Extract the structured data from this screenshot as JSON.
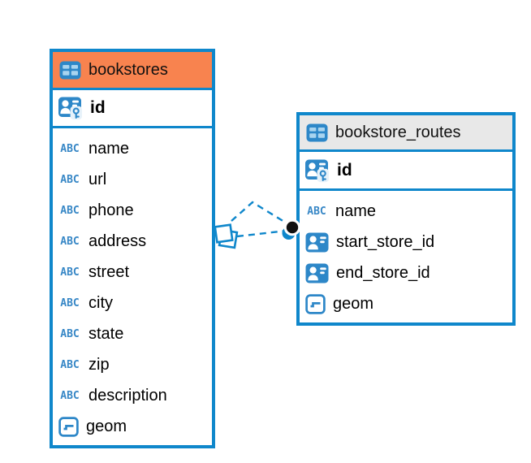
{
  "diagram": {
    "colors": {
      "accent_blue": "#0f87cb",
      "icon_blue": "#2d87c8",
      "bookstores_header": "#f8834f",
      "routes_header": "#e8e8e8",
      "endpoint_black": "#111111"
    },
    "tables": [
      {
        "name": "bookstores",
        "icon": "table-icon",
        "primary_key": {
          "label": "id",
          "icon": "primary-key-icon"
        },
        "fields": [
          {
            "label": "name",
            "icon": "text-abc-icon"
          },
          {
            "label": "url",
            "icon": "text-abc-icon"
          },
          {
            "label": "phone",
            "icon": "text-abc-icon"
          },
          {
            "label": "address",
            "icon": "text-abc-icon"
          },
          {
            "label": "street",
            "icon": "text-abc-icon"
          },
          {
            "label": "city",
            "icon": "text-abc-icon"
          },
          {
            "label": "state",
            "icon": "text-abc-icon"
          },
          {
            "label": "zip",
            "icon": "text-abc-icon"
          },
          {
            "label": "description",
            "icon": "text-abc-icon"
          },
          {
            "label": "geom",
            "icon": "geometry-icon"
          }
        ]
      },
      {
        "name": "bookstore_routes",
        "icon": "table-icon",
        "primary_key": {
          "label": "id",
          "icon": "primary-key-icon"
        },
        "fields": [
          {
            "label": "name",
            "icon": "text-abc-icon"
          },
          {
            "label": "start_store_id",
            "icon": "foreign-key-icon"
          },
          {
            "label": "end_store_id",
            "icon": "foreign-key-icon"
          },
          {
            "label": "geom",
            "icon": "geometry-icon"
          }
        ]
      }
    ],
    "relation": {
      "from_table": "bookstore_routes",
      "to_table": "bookstores",
      "style": "dashed",
      "source_endpoint": "stacked-squares-endpoint",
      "target_endpoint": "circle-endpoint"
    }
  }
}
